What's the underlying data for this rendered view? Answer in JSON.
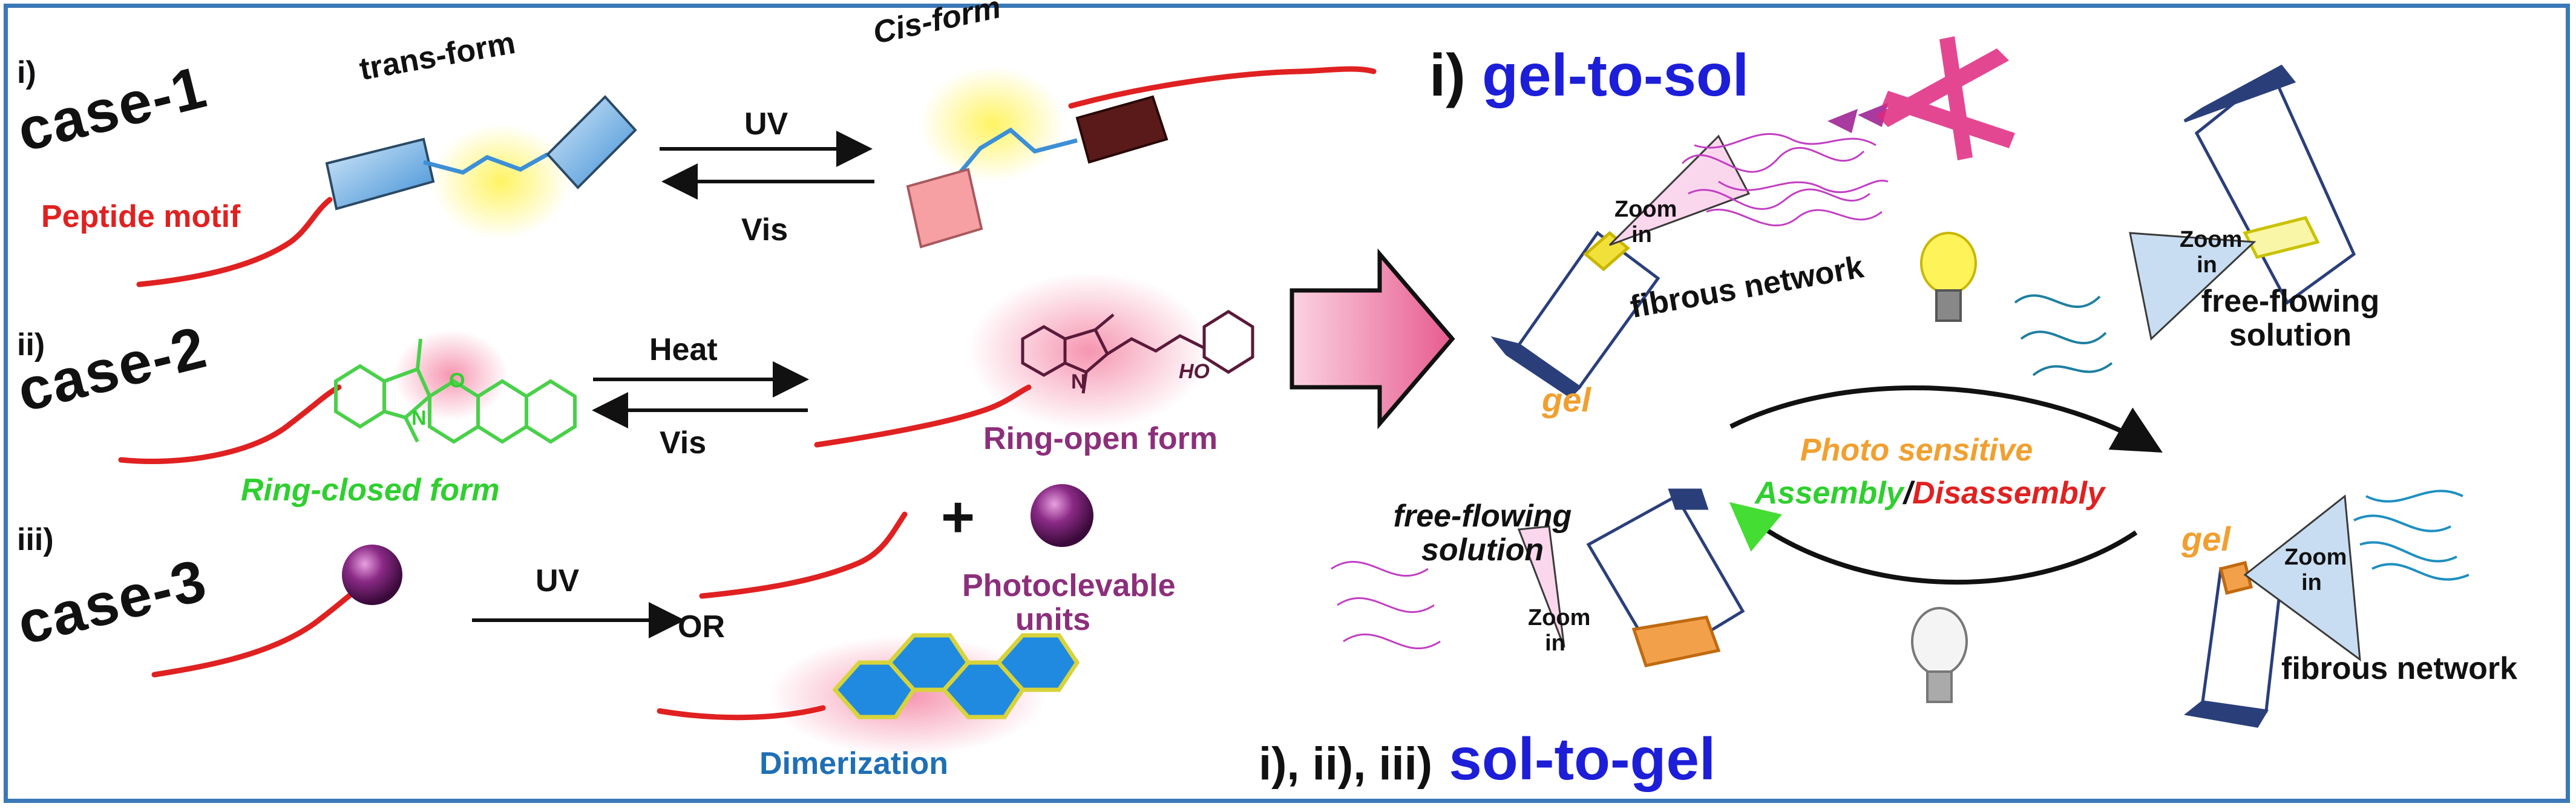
{
  "labels": {
    "i": "i)",
    "ii": "ii)",
    "iii": "iii)",
    "case1": "case-1",
    "case2": "case-2",
    "case3": "case-3",
    "trans_form": "trans-form",
    "cis_form": "Cis-form",
    "peptide_motif": "Peptide motif",
    "uv1": "UV",
    "vis1": "Vis",
    "heat": "Heat",
    "vis2": "Vis",
    "ring_closed": "Ring-closed form",
    "ring_open": "Ring-open form",
    "uv3": "UV",
    "plus": "+",
    "or": "OR",
    "photocleavable": "Photoclevable units",
    "dimerization": "Dimerization",
    "ho": "HO",
    "n_closed": "N",
    "o_closed": "O",
    "n_open": "N",
    "gel_to_sol_prefix": "i)",
    "gel_to_sol": "gel-to-sol",
    "sol_to_gel_prefix": "i), ii), iii)",
    "sol_to_gel": "sol-to-gel",
    "gel_top": "gel",
    "gel_bottom": "gel",
    "fibrous_network_top": "fibrous network",
    "fibrous_network_bottom": "fibrous network",
    "free_flowing_top": "free-flowing solution",
    "free_flowing_bottom": "free-flowing solution",
    "zoom_in": "Zoom in",
    "photo_sensitive": "Photo sensitive",
    "assembly": "Assembly",
    "slash": "/",
    "disassembly": "Disassembly"
  },
  "colors": {
    "frame": "#3a78b8",
    "peptide": "#e02121",
    "title_blue": "#1d1ed8",
    "green": "#2fcf2f",
    "purple": "#8c2f7b",
    "orange": "#f0a030",
    "pink_arrow": "#f07ca8"
  }
}
